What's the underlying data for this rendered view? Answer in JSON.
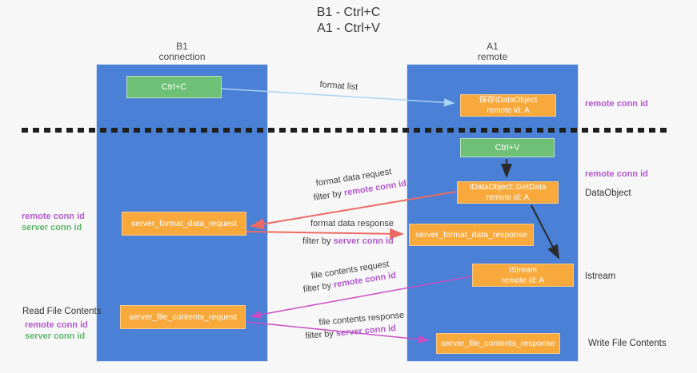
{
  "title": {
    "line1": "B1 - Ctrl+C",
    "line2": "A1 - Ctrl+V"
  },
  "lanes": {
    "left": {
      "title": "B1",
      "subtitle": "connection"
    },
    "right": {
      "title": "A1",
      "subtitle": "remote"
    }
  },
  "nodes": {
    "ctrl_c": {
      "label": "Ctrl+C"
    },
    "ctrl_v": {
      "label": "Ctrl+V"
    },
    "save_idataobject": {
      "line1": "保存IDataObject",
      "line2": "remote id: A"
    },
    "getdata": {
      "line1": "IDataObject::GetData",
      "line2": "remote id: A"
    },
    "istream": {
      "line1": "IStream",
      "line2": "remote id: A"
    },
    "server_format_data_request": {
      "label": "server_format_data_request"
    },
    "server_format_data_response": {
      "label": "server_format_data_response"
    },
    "server_file_contents_request": {
      "label": "server_file_contents_request"
    },
    "server_file_contents_response": {
      "label": "server_file_contents_response"
    }
  },
  "arrows": {
    "format_list": {
      "label": "format list"
    },
    "format_data_request": {
      "label": "format data request",
      "filter_prefix": "filter by ",
      "filter_value": "remote conn id"
    },
    "format_data_response": {
      "label": "format data response",
      "filter_prefix": "filter by ",
      "filter_value": "server conn id"
    },
    "file_contents_request": {
      "label": "file contents request",
      "filter_prefix": "filter by ",
      "filter_value": "remote conn id"
    },
    "file_contents_response": {
      "label": "file contents response",
      "filter_prefix": "filter by ",
      "filter_value": "server conn id"
    }
  },
  "side_labels": {
    "right_remote_conn_id_top": "remote conn id",
    "right_remote_conn_id_mid": "remote conn id",
    "data_object": "DataObject",
    "istream": "Istream",
    "write_file_contents": "Write File Contents",
    "left_remote_conn_id_1": "remote conn id",
    "left_server_conn_id_1": "server conn id",
    "read_file_contents": "Read File Contents",
    "left_remote_conn_id_2": "remote conn id",
    "left_server_conn_id_2": "server conn id"
  },
  "colors": {
    "lane_blue": "#4a80d5",
    "node_orange": "#f8a93c",
    "node_green": "#6ec076",
    "arrow_red": "#ed6a63",
    "arrow_magenta": "#cb4ec6",
    "arrow_lightblue": "#a9d5f3",
    "arrow_black": "#2b2b2b",
    "label_purple": "#b159c9",
    "label_green": "#5db668"
  }
}
